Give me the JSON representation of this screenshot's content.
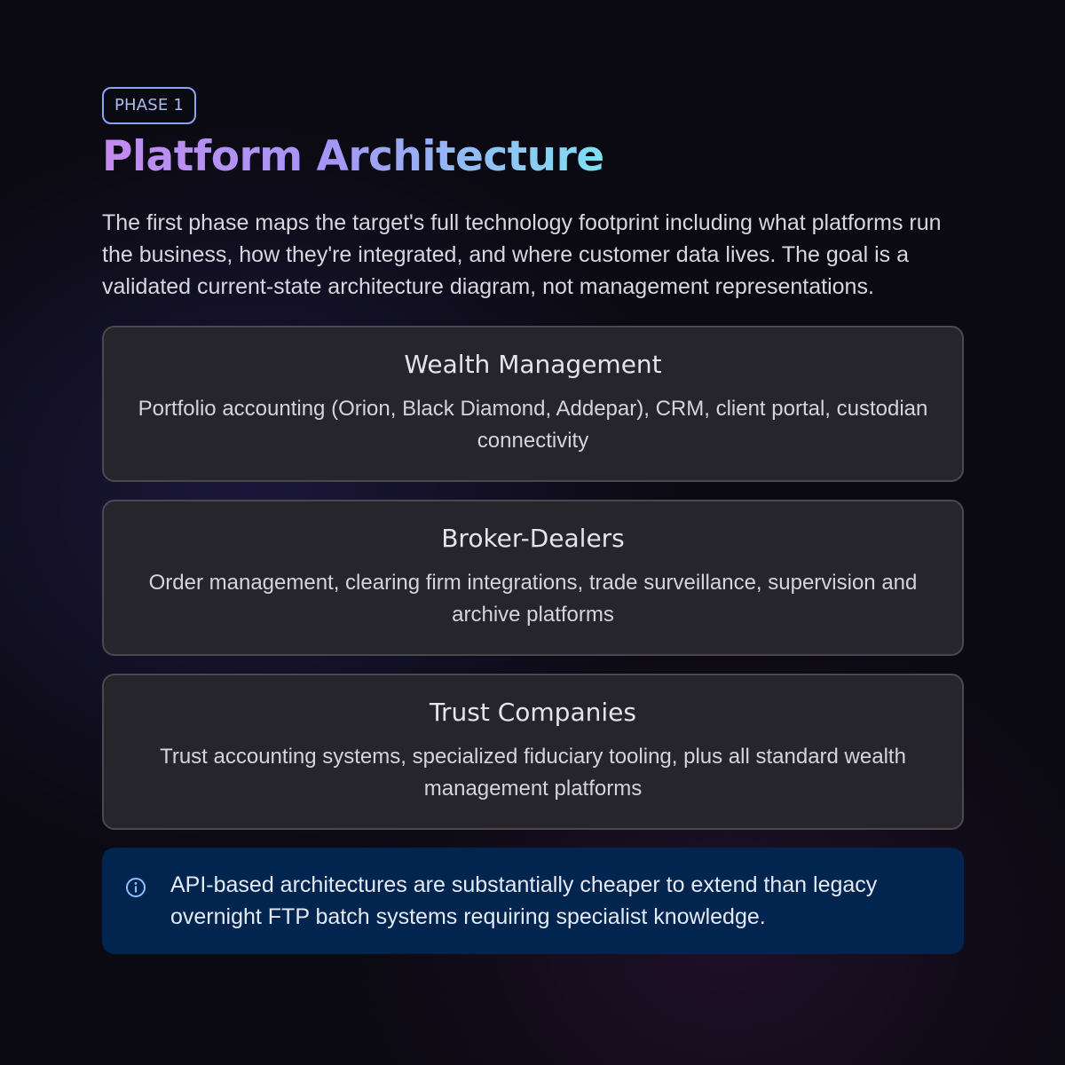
{
  "header": {
    "badge": "PHASE 1",
    "title": "Platform Architecture"
  },
  "intro": "The first phase maps the target's full technology footprint including what platforms run the business, how they're integrated, and where customer data lives. The goal is a validated current-state architecture diagram, not management representations.",
  "cards": [
    {
      "title": "Wealth Management",
      "description": "Portfolio accounting (Orion, Black Diamond, Addepar), CRM, client portal, custodian connectivity"
    },
    {
      "title": "Broker-Dealers",
      "description": "Order management, clearing firm integrations, trade surveillance, supervision and archive platforms"
    },
    {
      "title": "Trust Companies",
      "description": "Trust accounting systems, specialized fiduciary tooling, plus all standard wealth management platforms"
    }
  ],
  "callout": {
    "icon": "info-icon",
    "text": "API-based architectures are substantially cheaper to extend than legacy overnight FTP batch systems requiring specialist knowledge."
  },
  "colors": {
    "background": "#0b0a12",
    "card_bg": "#26252b",
    "callout_bg": "#02254f",
    "title_gradient_start": "#c48af0",
    "title_gradient_end": "#7fe0f2",
    "badge_border": "#8aa6ef"
  }
}
